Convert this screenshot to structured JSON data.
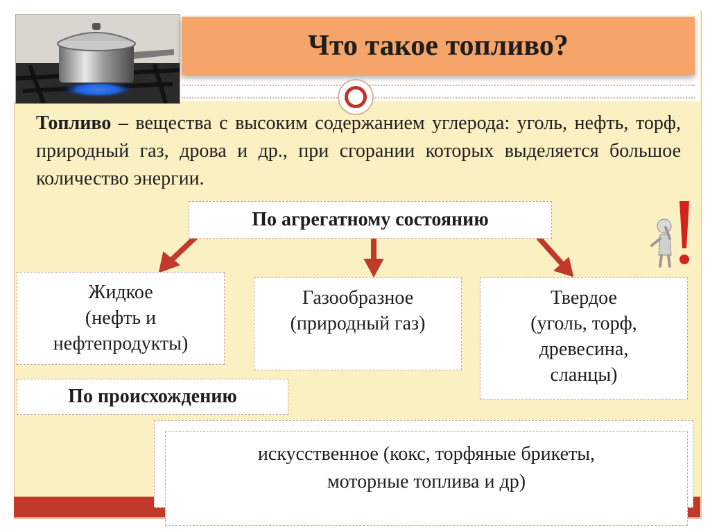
{
  "slide": {
    "title": "Что такое топливо?",
    "definition": {
      "term": "Топливо",
      "text": " – вещества с высоким содержанием углерода: уголь, нефть, торф, природный газ, дрова и др., при сгорании которых выделяется большое количество энергии."
    },
    "classification_by_state": {
      "label": "По агрегатному состоянию",
      "categories": [
        {
          "name": "Жидкое",
          "detail_line1": "(нефть и",
          "detail_line2": "нефтепродукты)"
        },
        {
          "name": "Газообразное",
          "detail_line1": "(природный газ)"
        },
        {
          "name": "Твердое",
          "detail_line1": "(уголь, торф,",
          "detail_line2": "древесина,",
          "detail_line3": "сланцы)"
        }
      ]
    },
    "classification_by_origin": {
      "label": "По происхождению",
      "artificial_line1": "искусственное (кокс, торфяные брикеты,",
      "artificial_line2": "моторные топлива и др)"
    }
  },
  "colors": {
    "title_bar": "#f5a46a",
    "panel_background": "#fbf0c2",
    "arrow": "#c0392b",
    "bottom_strip": "#c0392b"
  },
  "icons": [
    "cooking-pot-on-gas-stove-image",
    "ring-icon",
    "arrow-down-icon",
    "thinking-figure-exclamation-icon"
  ]
}
